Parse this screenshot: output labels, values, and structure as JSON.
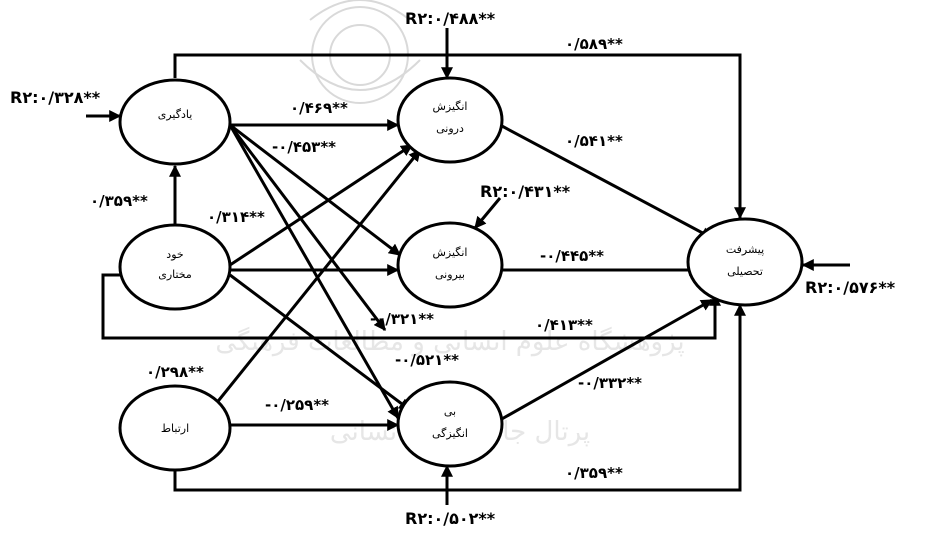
{
  "nodes": {
    "learning": {
      "line1": "یادگیری",
      "line2": ""
    },
    "autonomy": {
      "line1": "خود",
      "line2": "مختاری"
    },
    "relatedness": {
      "line1": "ارتباط",
      "line2": ""
    },
    "intrinsic": {
      "line1": "انگیزش",
      "line2": "درونی"
    },
    "extrinsic": {
      "line1": "انگیزش",
      "line2": "بیرونی"
    },
    "amotivation": {
      "line1": "بی",
      "line2": "انگیزگی"
    },
    "achievement": {
      "line1": "پیشرفت",
      "line2": "تحصیلی"
    }
  },
  "r2": {
    "learning": "R۲:۰/۳۲۸**",
    "intrinsic": "R۲:۰/۴۸۸**",
    "extrinsic": "R۲:۰/۴۳۱**",
    "amotivation": "R۲:۰/۵۰۲**",
    "achievement": "R۲:۰/۵۷۶**"
  },
  "paths": {
    "learning_achievement": "۰/۵۸۹**",
    "learning_intrinsic": "۰/۴۶۹**",
    "learning_extrinsic": "-۰/۴۵۳**",
    "learning_amotivation": "-۰/۳۲۱**",
    "autonomy_learning": "۰/۳۵۹**",
    "autonomy_intrinsic": "۰/۳۱۴**",
    "autonomy_achievement": "۰/۴۱۳**",
    "autonomy_amotivation": "-۰/۵۲۱**",
    "relatedness_intrinsic": "۰/۲۹۸**",
    "relatedness_amotivation": "-۰/۲۵۹**",
    "relatedness_achievement": "۰/۳۵۹**",
    "intrinsic_achievement": "۰/۵۴۱**",
    "extrinsic_achievement": "-۰/۴۴۵**",
    "amotivation_achievement": "-۰/۳۳۲**"
  },
  "watermark": {
    "line1": "پژوهشگاه علوم انسانی و مطالعات فرهنگی",
    "line2": "پرتال جامع علوم انسانی"
  }
}
